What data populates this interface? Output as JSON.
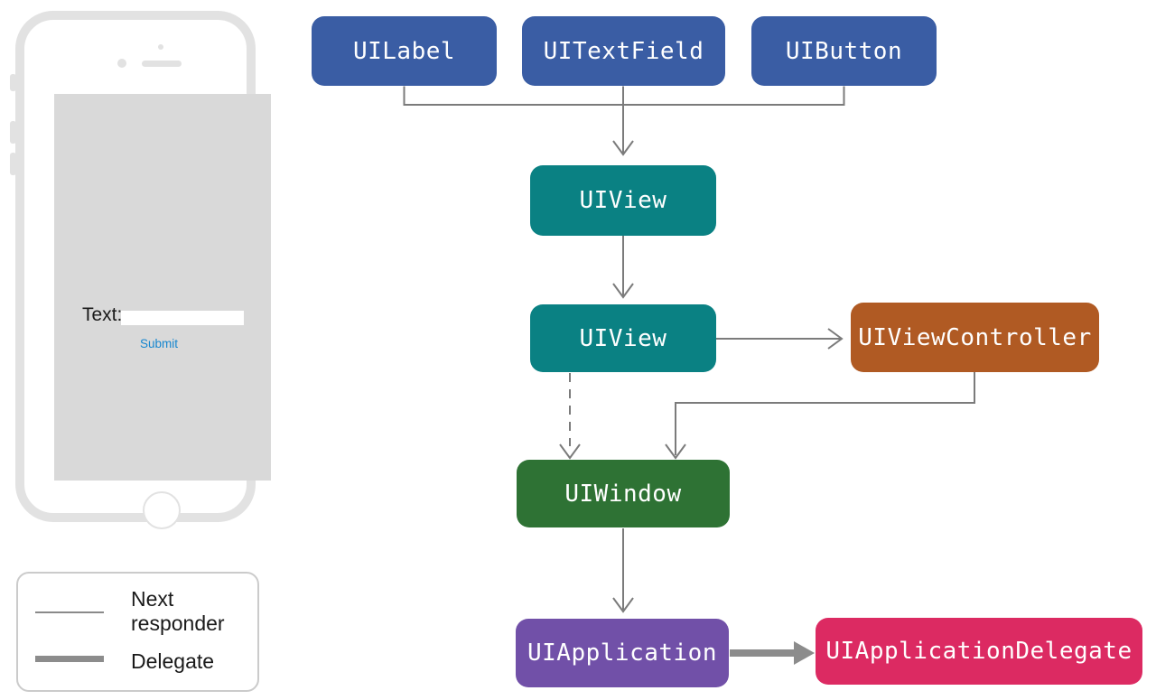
{
  "colors": {
    "blue": "#3A5DA4",
    "teal": "#0A8183",
    "orange": "#B05A23",
    "green": "#2E7234",
    "purple": "#7150A8",
    "pink": "#DC2A62",
    "line-gray": "#7B7B7B",
    "thick-gray": "#8C8C8C",
    "phone-gray": "#E2E2E2",
    "screen-gray": "#D9D9D9",
    "link-blue": "#1586CF",
    "ink": "#1A1A1A"
  },
  "phone": {
    "text_label": "Text:",
    "input_value": "",
    "submit_label": "Submit"
  },
  "legend": {
    "items": [
      {
        "id": "next-responder",
        "label": "Next responder",
        "line_style": "thin"
      },
      {
        "id": "delegate",
        "label": "Delegate",
        "line_style": "thick"
      }
    ]
  },
  "diagram": {
    "nodes": {
      "uilabel": {
        "label": "UILabel",
        "color": "#3A5DA4"
      },
      "uitextfield": {
        "label": "UITextField",
        "color": "#3A5DA4"
      },
      "uibutton": {
        "label": "UIButton",
        "color": "#3A5DA4"
      },
      "uiview_top": {
        "label": "UIView",
        "color": "#0A8183"
      },
      "uiview_root": {
        "label": "UIView",
        "color": "#0A8183"
      },
      "uiviewcontroller": {
        "label": "UIViewController",
        "color": "#B05A23"
      },
      "uiwindow": {
        "label": "UIWindow",
        "color": "#2E7234"
      },
      "uiapplication": {
        "label": "UIApplication",
        "color": "#7150A8"
      },
      "uiapplicationdelegate": {
        "label": "UIApplicationDelegate",
        "color": "#DC2A62"
      }
    },
    "edges": [
      {
        "from": "uilabel",
        "to": "uiview_top",
        "type": "next-responder"
      },
      {
        "from": "uitextfield",
        "to": "uiview_top",
        "type": "next-responder"
      },
      {
        "from": "uibutton",
        "to": "uiview_top",
        "type": "next-responder"
      },
      {
        "from": "uiview_top",
        "to": "uiview_root",
        "type": "next-responder"
      },
      {
        "from": "uiview_root",
        "to": "uiviewcontroller",
        "type": "next-responder"
      },
      {
        "from": "uiview_root",
        "to": "uiwindow",
        "type": "next-responder-dashed"
      },
      {
        "from": "uiviewcontroller",
        "to": "uiwindow",
        "type": "next-responder"
      },
      {
        "from": "uiwindow",
        "to": "uiapplication",
        "type": "next-responder"
      },
      {
        "from": "uiapplication",
        "to": "uiapplicationdelegate",
        "type": "delegate"
      }
    ]
  }
}
